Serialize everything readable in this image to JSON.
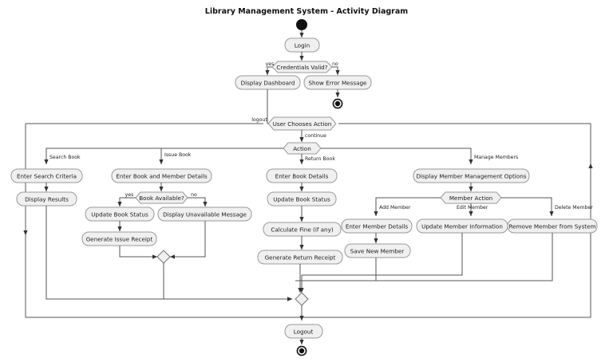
{
  "title": "Library Management System - Activity Diagram",
  "nodes": {
    "login": "Login",
    "credentials_valid": "Credentials Valid?",
    "display_dashboard": "Display Dashboard",
    "show_error": "Show Error Message",
    "user_chooses_action": "User Chooses Action",
    "action": "Action",
    "enter_search_criteria": "Enter Search Criteria",
    "display_results": "Display Results",
    "enter_book_member": "Enter Book and Member Details",
    "book_available": "Book Available?",
    "update_book_status_issue": "Update Book Status",
    "display_unavailable": "Display Unavailable Message",
    "generate_issue_receipt": "Generate Issue Receipt",
    "enter_book_details": "Enter Book Details",
    "update_book_status_return": "Update Book Status",
    "calculate_fine": "Calculate Fine (if any)",
    "generate_return_receipt": "Generate Return Receipt",
    "display_member_options": "Display Member Management Options",
    "member_action": "Member Action",
    "enter_member_details": "Enter Member Details",
    "save_new_member": "Save New Member",
    "update_member_info": "Update Member Information",
    "remove_member": "Remove Member from System",
    "logout": "Logout"
  },
  "edge_labels": {
    "yes_credentials": "yes",
    "no_credentials": "no",
    "logout": "logout",
    "continue": "continue",
    "search_book": "Search Book",
    "issue_book": "Issue Book",
    "return_book": "Return Book",
    "manage_members": "Manage Members",
    "yes_available": "yes",
    "no_available": "no",
    "add_member": "Add Member",
    "edit_member": "Edit Member",
    "delete_member": "Delete Member"
  },
  "colors": {
    "node_fill": "#f0f0f0",
    "node_stroke": "#9a9a9a",
    "edge": "#555555",
    "text": "#1a1a1a",
    "initial_final": "#111111"
  }
}
